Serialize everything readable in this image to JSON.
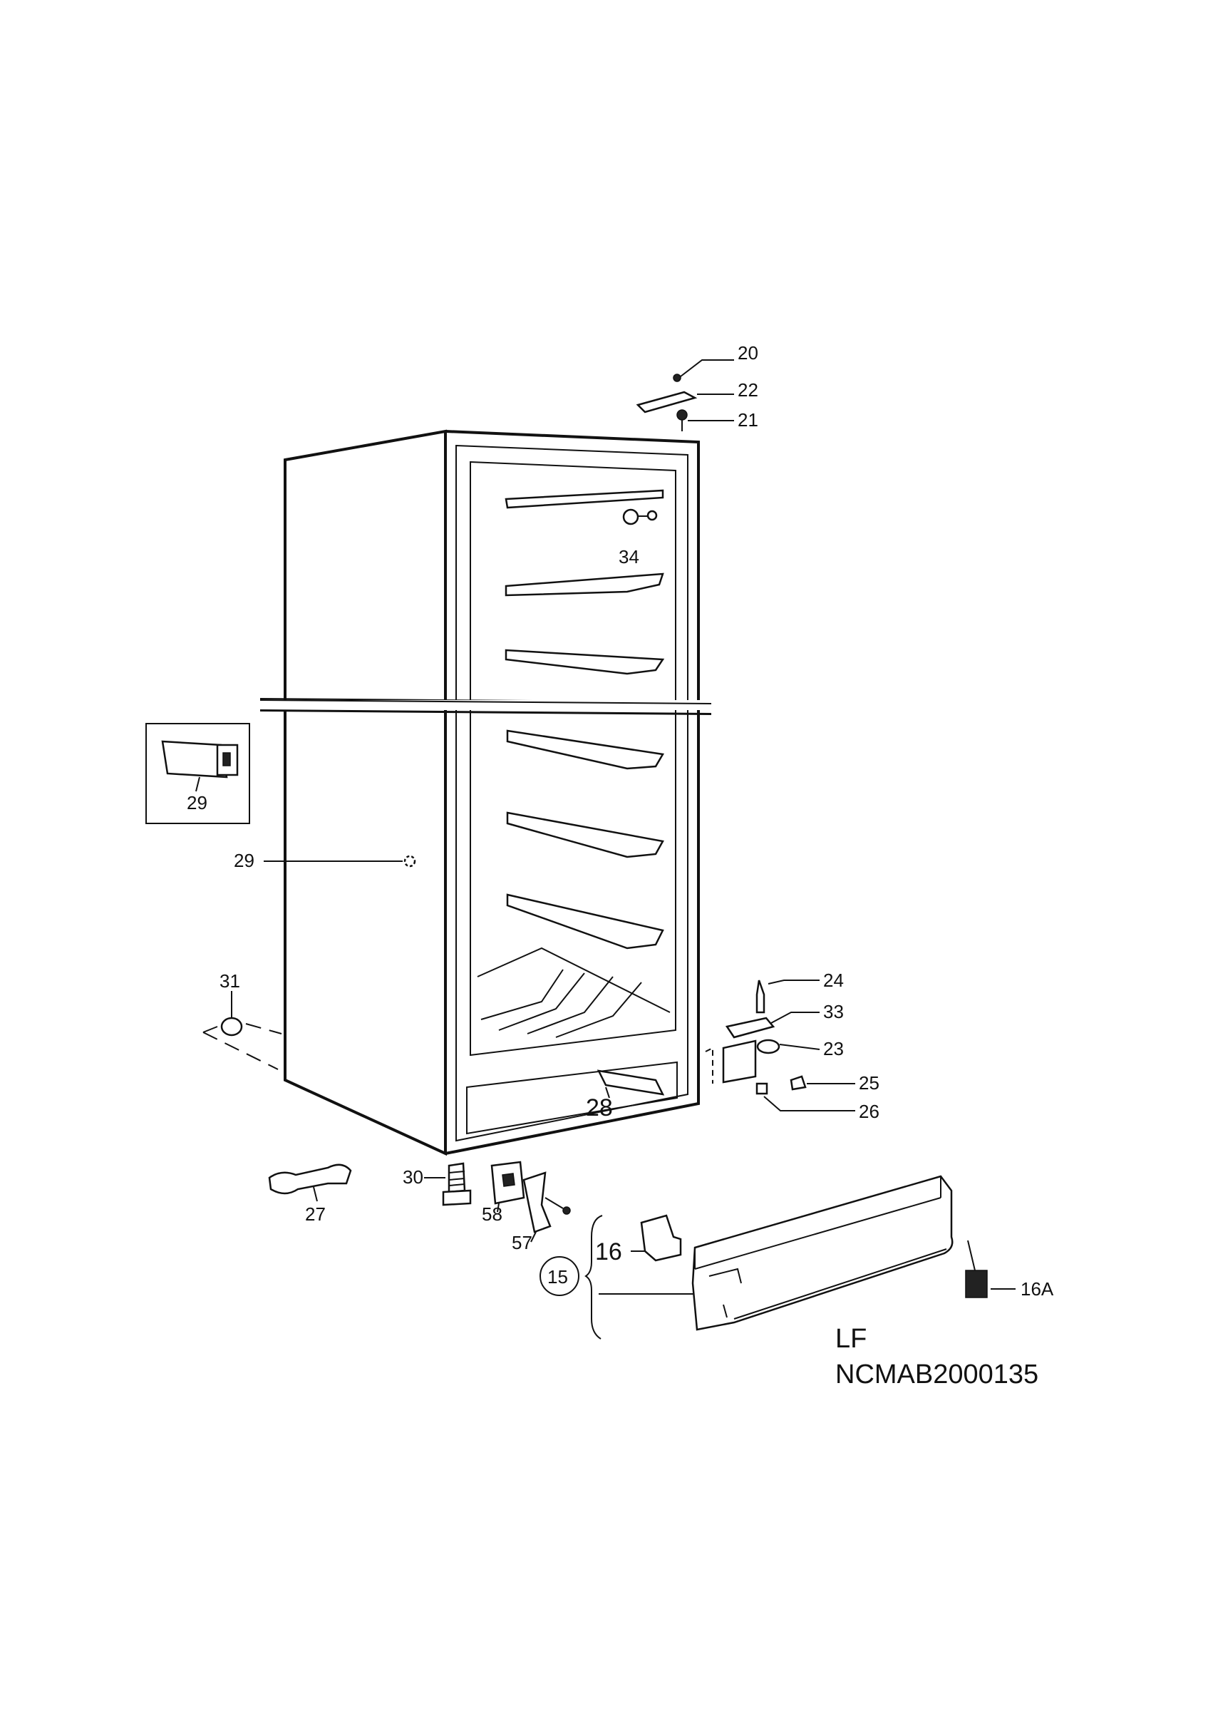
{
  "labels": {
    "p20": "20",
    "p22": "22",
    "p21": "21",
    "p34": "34",
    "p29_inset": "29",
    "p29": "29",
    "p31": "31",
    "p24": "24",
    "p33": "33",
    "p23": "23",
    "p25": "25",
    "p26": "26",
    "p28": "28",
    "p30": "30",
    "p27": "27",
    "p58": "58",
    "p57": "57",
    "p16": "16",
    "p15": "15",
    "p16a": "16A"
  },
  "footer": {
    "variant": "LF",
    "drawing_code": "NCMAB2000135"
  }
}
